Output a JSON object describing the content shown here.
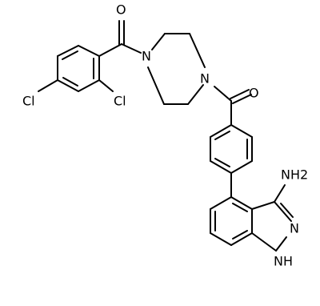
{
  "atoms": {
    "o_top": "O",
    "n_pip_left": "N",
    "n_pip_right": "N",
    "o_right": "O",
    "cl_left": "Cl",
    "cl_ortho": "Cl",
    "nh2": "NH2",
    "n_ring": "N",
    "nh_ring": "NH"
  }
}
